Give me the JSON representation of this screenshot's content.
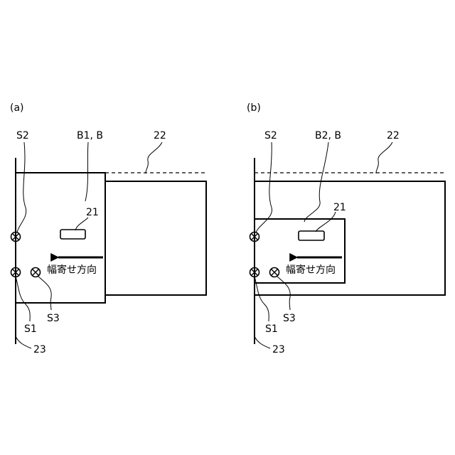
{
  "panels": [
    {
      "id": "a",
      "tag": "(a)",
      "sensor_s1": "S1",
      "sensor_s2": "S2",
      "sensor_s3": "S3",
      "sheet_label": "B1, B",
      "tray_label": "22",
      "mark_label": "21",
      "wall_label": "23",
      "direction_label": "幅寄せ方向"
    },
    {
      "id": "b",
      "tag": "(b)",
      "sensor_s1": "S1",
      "sensor_s2": "S2",
      "sensor_s3": "S3",
      "sheet_label": "B2, B",
      "tray_label": "22",
      "mark_label": "21",
      "wall_label": "23",
      "direction_label": "幅寄せ方向"
    }
  ]
}
